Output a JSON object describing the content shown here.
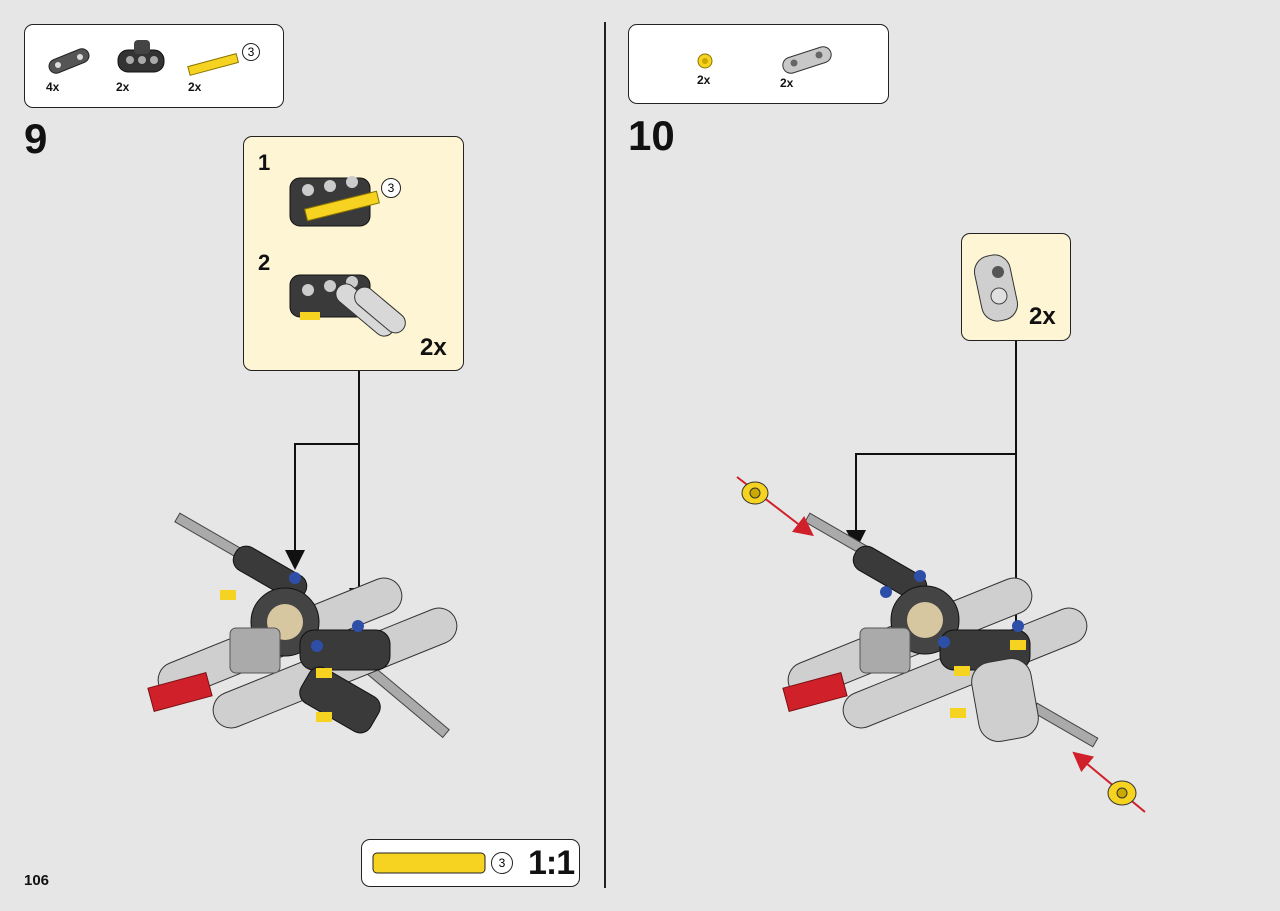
{
  "page": {
    "number": "106"
  },
  "step9": {
    "number": "9",
    "parts": [
      {
        "name": "dark-gray-beam",
        "qty": "4x"
      },
      {
        "name": "black-connector",
        "qty": "2x"
      },
      {
        "name": "yellow-axle",
        "qty": "2x",
        "length": "3"
      }
    ],
    "callout": {
      "substep1": "1",
      "substep1_length": "3",
      "substep2": "2",
      "multiplier": "2x"
    },
    "scale_ref": {
      "length": "3",
      "scale": "1:1"
    }
  },
  "step10": {
    "number": "10",
    "parts": [
      {
        "name": "yellow-bush",
        "qty": "2x"
      },
      {
        "name": "gray-beam",
        "qty": "2x"
      }
    ],
    "callout": {
      "multiplier": "2x"
    }
  },
  "colors": {
    "background": "#e6e6e6",
    "callout": "#fdf5d3",
    "arrow_red": "#d0212a",
    "axle_yellow": "#f5d320"
  }
}
